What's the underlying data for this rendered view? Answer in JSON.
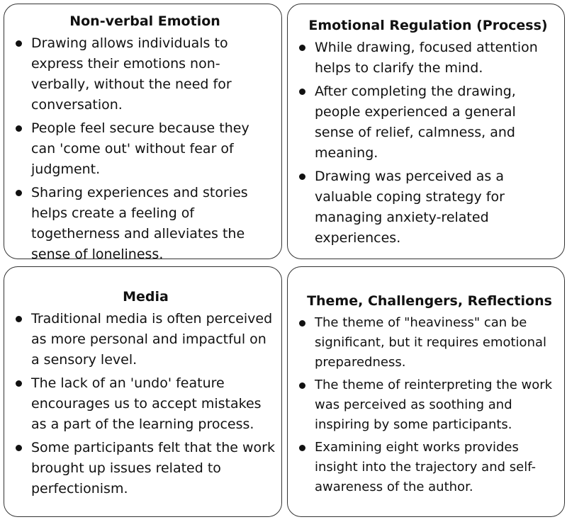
{
  "cards": [
    {
      "title": "Non-verbal Emotion",
      "points": [
        "Drawing allows individuals to express their emotions non-verbally, without the need for conversation.",
        "People feel secure because they can 'come out' without fear of judgment.",
        "Sharing experiences and stories helps create a feeling of togetherness and alleviates the sense of loneliness."
      ]
    },
    {
      "title": "Emotional Regulation (Process)",
      "points": [
        "While drawing, focused attention helps to clarify the mind.",
        "After completing the drawing, people experienced a general sense of relief, calmness, and meaning.",
        "Drawing was perceived as a valuable coping strategy for managing anxiety-related experiences."
      ]
    },
    {
      "title": "Media",
      "points": [
        "Traditional media is often perceived as more personal and impactful on a sensory level.",
        "The lack of an 'undo' feature encourages us to accept mistakes as a part of the learning process.",
        "Some participants felt that the work brought up issues related to perfectionism."
      ]
    },
    {
      "title": "Theme, Challengers, Reflections",
      "points": [
        "The theme of \"heaviness\" can be significant, but it requires emotional preparedness.",
        "The theme of reinterpreting the work was perceived as soothing and inspiring by some participants.",
        "Examining eight works provides insight into the trajectory and self-awareness of the author."
      ]
    }
  ]
}
